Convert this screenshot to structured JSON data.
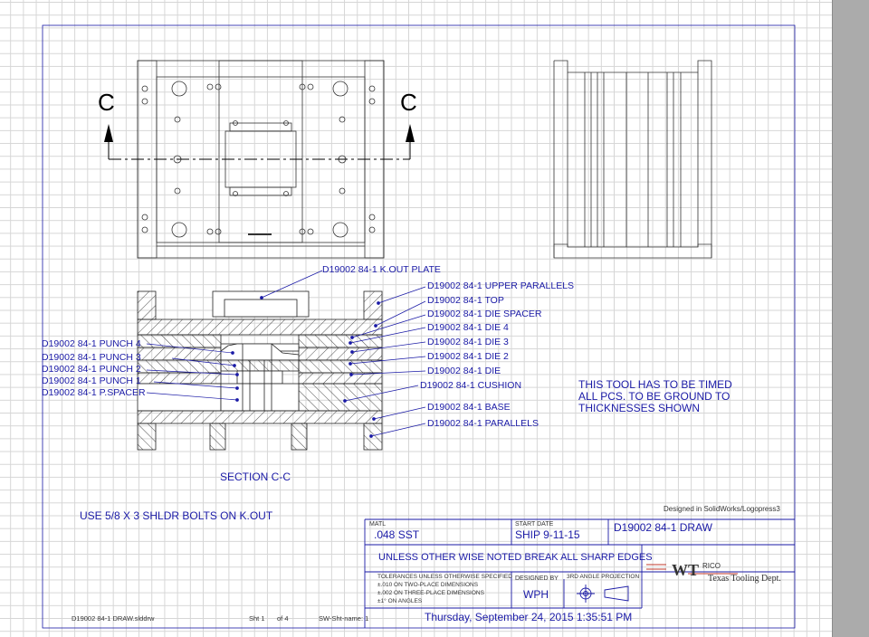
{
  "section_marker": "C",
  "section_title": "SECTION C-C",
  "right_labels": [
    "D19002 84-1 K.OUT PLATE",
    "D19002 84-1 UPPER PARALLELS",
    "D19002 84-1 TOP",
    "D19002 84-1 DIE SPACER",
    "D19002 84-1 DIE 4",
    "D19002 84-1 DIE 3",
    "D19002 84-1 DIE 2",
    "D19002 84-1 DIE",
    "D19002 84-1 CUSHION",
    "D19002 84-1 BASE",
    "D19002 84-1 PARALLELS"
  ],
  "left_labels": [
    "D19002 84-1 PUNCH 4",
    "D19002 84-1 PUNCH 3",
    "D19002 84-1 PUNCH 2",
    "D19002 84-1 PUNCH 1",
    "D19002 84-1 P.SPACER"
  ],
  "notes": {
    "timing_line1": "THIS TOOL HAS TO BE TIMED",
    "timing_line2": "ALL PCS. TO BE GROUND TO",
    "timing_line3": "THICKNESSES SHOWN",
    "bolts": "USE 5/8 X 3 SHLDR BOLTS ON K.OUT",
    "designed_in": "Designed in SolidWorks/Logopress3"
  },
  "title_block": {
    "matl_label": "MATL",
    "matl_value": ".048 SST",
    "start_date_label": "START DATE",
    "start_date_value": "SHIP 9-11-15",
    "drawing_name": "D19002 84-1 DRAW",
    "sharp_edges": "UNLESS OTHER WISE NOTED BREAK ALL SHARP EDGES",
    "tolerances_title": "TOLERANCES UNLESS OTHERWISE SPECIFIED",
    "tol_line1": "±.010 ON TWO-PLACE DIMENSIONS",
    "tol_line2": "±.002 ON THREE-PLACE DIMENSIONS",
    "tol_line3": "±1° ON ANGLES",
    "designed_by_label": "DESIGNED BY",
    "designed_by_value": "WPH",
    "projection": "3RD ANGLE PROJECTION",
    "logo_main": "WT",
    "logo_sub": "RICO",
    "logo_company": "Texas Tooling Dept."
  },
  "footer": {
    "filename": "D19002 84-1 DRAW.slddrw",
    "sheet": "Sht 1",
    "of": "of 4",
    "sw_sheet": "SW-Sht-name: 1",
    "timestamp": "Thursday, September 24, 2015 1:35:51 PM"
  }
}
